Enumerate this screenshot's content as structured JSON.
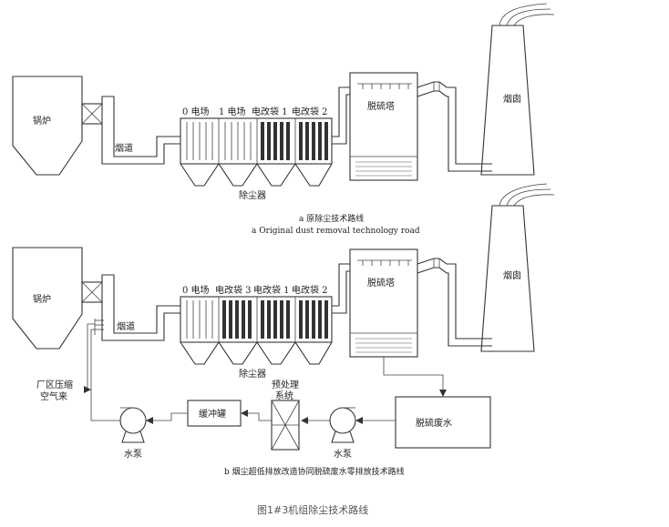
{
  "diagram_a": {
    "labels": {
      "boiler": "锅炉",
      "flue": "烟道",
      "field0": "0 电场",
      "field1": "1 电场",
      "bag1": "电改袋 1",
      "bag2": "电改袋 2",
      "collector": "除尘器",
      "tower": "脱硫塔",
      "chimney": "烟囱"
    },
    "caption_cn": "a 原除尘技术路线",
    "caption_en": "a Original dust removal technology road"
  },
  "diagram_b": {
    "labels": {
      "boiler": "锅炉",
      "flue": "烟道",
      "field0": "0 电场",
      "bag3": "电改袋 3",
      "bag1": "电改袋 1",
      "bag2": "电改袋 2",
      "collector": "除尘器",
      "tower": "脱硫塔",
      "chimney": "烟囱",
      "air_line1": "厂区压缩",
      "air_line2": "空气来",
      "buffer_tank": "缓冲罐",
      "pretreat_line1": "预处理",
      "pretreat_line2": "系统",
      "wastewater": "脱硫废水",
      "pump_left": "水泵",
      "pump_right": "水泵"
    },
    "caption_cn": "b 烟尘超低排放改造协同脱硫废水零排放技术路线"
  },
  "figure_caption": "图1#3机组除尘技术路线"
}
